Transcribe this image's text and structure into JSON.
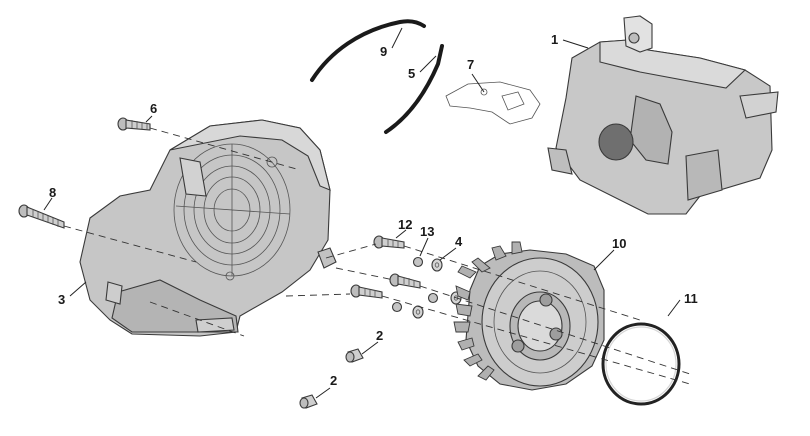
{
  "callouts": {
    "c1": "1",
    "c2a": "2",
    "c2b": "2",
    "c3": "3",
    "c4": "4",
    "c5": "5",
    "c6": "6",
    "c7": "7",
    "c8": "8",
    "c9": "9",
    "c10": "10",
    "c11": "11",
    "c12": "12",
    "c13": "13"
  },
  "colors": {
    "part_fill": "#c9c9c9",
    "part_light": "#dcdcdc",
    "part_dark": "#a8a8a8",
    "line": "#222222"
  }
}
